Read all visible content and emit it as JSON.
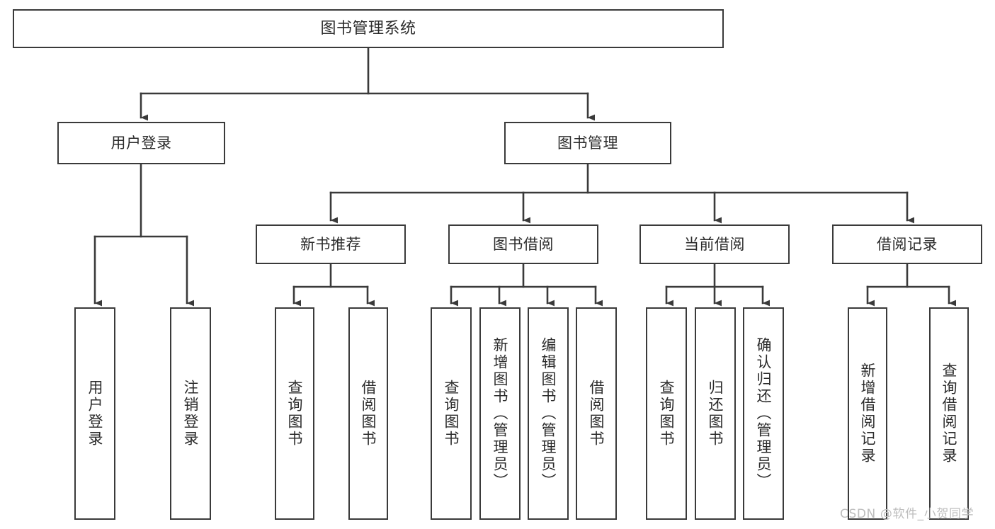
{
  "diagram": {
    "type": "tree",
    "title": "图书管理系统",
    "orientation": "top-down",
    "colors": {
      "box_border": "#3a3a3a",
      "box_fill": "#ffffff",
      "connector": "#3a3a3a",
      "text": "#2b2b2b",
      "watermark": "#bdbdbd",
      "background": "#ffffff"
    }
  },
  "root": {
    "label": "图书管理系统"
  },
  "level2": [
    {
      "label": "用户登录"
    },
    {
      "label": "图书管理"
    }
  ],
  "level3": [
    {
      "label": "新书推荐"
    },
    {
      "label": "图书借阅"
    },
    {
      "label": "当前借阅"
    },
    {
      "label": "借阅记录"
    }
  ],
  "leaves": {
    "user_login": [
      {
        "label": "用户登录"
      },
      {
        "label": "注销登录"
      }
    ],
    "new_book_recommend": [
      {
        "label": "查询图书"
      },
      {
        "label": "借阅图书"
      }
    ],
    "book_borrow": [
      {
        "label": "查询图书"
      },
      {
        "label": "新增图书（管理员）"
      },
      {
        "label": "编辑图书（管理员）"
      },
      {
        "label": "借阅图书"
      }
    ],
    "current_borrow": [
      {
        "label": "查询图书"
      },
      {
        "label": "归还图书"
      },
      {
        "label": "确认归还（管理员）"
      }
    ],
    "borrow_record": [
      {
        "label": "新增借阅记录"
      },
      {
        "label": "查询借阅记录"
      }
    ]
  },
  "watermark": {
    "text": "CSDN @软件_小贺同学"
  }
}
